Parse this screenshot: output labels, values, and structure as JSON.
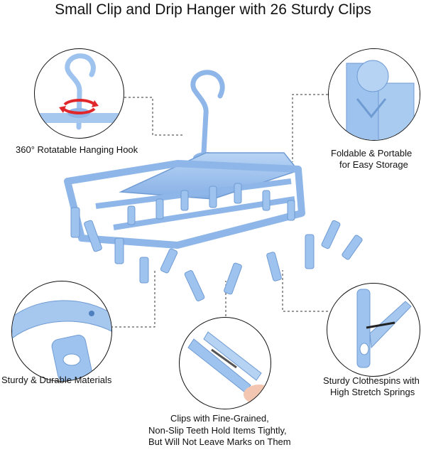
{
  "title": "Small Clip and Drip Hanger with 26 Sturdy Clips",
  "features": {
    "hook": "360° Rotatable Hanging Hook",
    "foldable_line1": "Foldable & Portable",
    "foldable_line2": "for Easy Storage",
    "materials": "Sturdy & Durable Materials",
    "clothespins_line1": "Sturdy Clothespins with",
    "clothespins_line2": "High Stretch Springs",
    "clips_line1": "Clips with Fine-Grained,",
    "clips_line2": "Non-Slip Teeth Hold Items Tightly,",
    "clips_line3": "But Will Not Leave Marks on Them"
  },
  "colors": {
    "plastic": "#9ec3ee",
    "plastic_dark": "#6f9bd3",
    "arrow": "#e0272b"
  }
}
